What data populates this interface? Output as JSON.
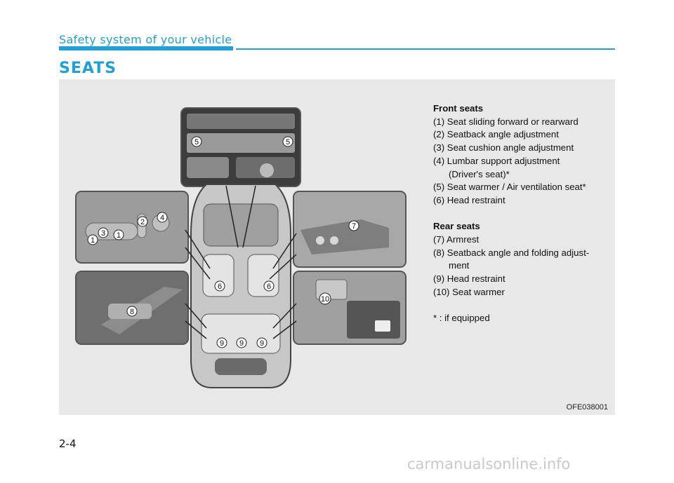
{
  "header": {
    "section_label": "Safety system of your vehicle",
    "title": "SEATS"
  },
  "legend": {
    "front_heading": "Front seats",
    "front_items": [
      "(1) Seat sliding forward or rearward",
      "(2) Seatback angle adjustment",
      "(3) Seat cushion angle adjustment",
      "(4) Lumbar support adjustment",
      "(Driver's seat)*",
      "(5) Seat warmer / Air ventilation seat*",
      "(6) Head restraint"
    ],
    "rear_heading": "Rear seats",
    "rear_items": [
      "(7) Armrest",
      "(8) Seatback angle and folding adjust-",
      "ment",
      "(9) Head restraint",
      "(10) Seat warmer"
    ],
    "footnote": "* : if equipped"
  },
  "figure": {
    "code": "OFE038001",
    "callouts": [
      "1",
      "3",
      "1",
      "2",
      "4",
      "5",
      "5",
      "6",
      "6",
      "7",
      "8",
      "9",
      "9",
      "9",
      "10"
    ]
  },
  "footer": {
    "page_number": "2-4",
    "watermark": "carmanualsonline.info"
  }
}
